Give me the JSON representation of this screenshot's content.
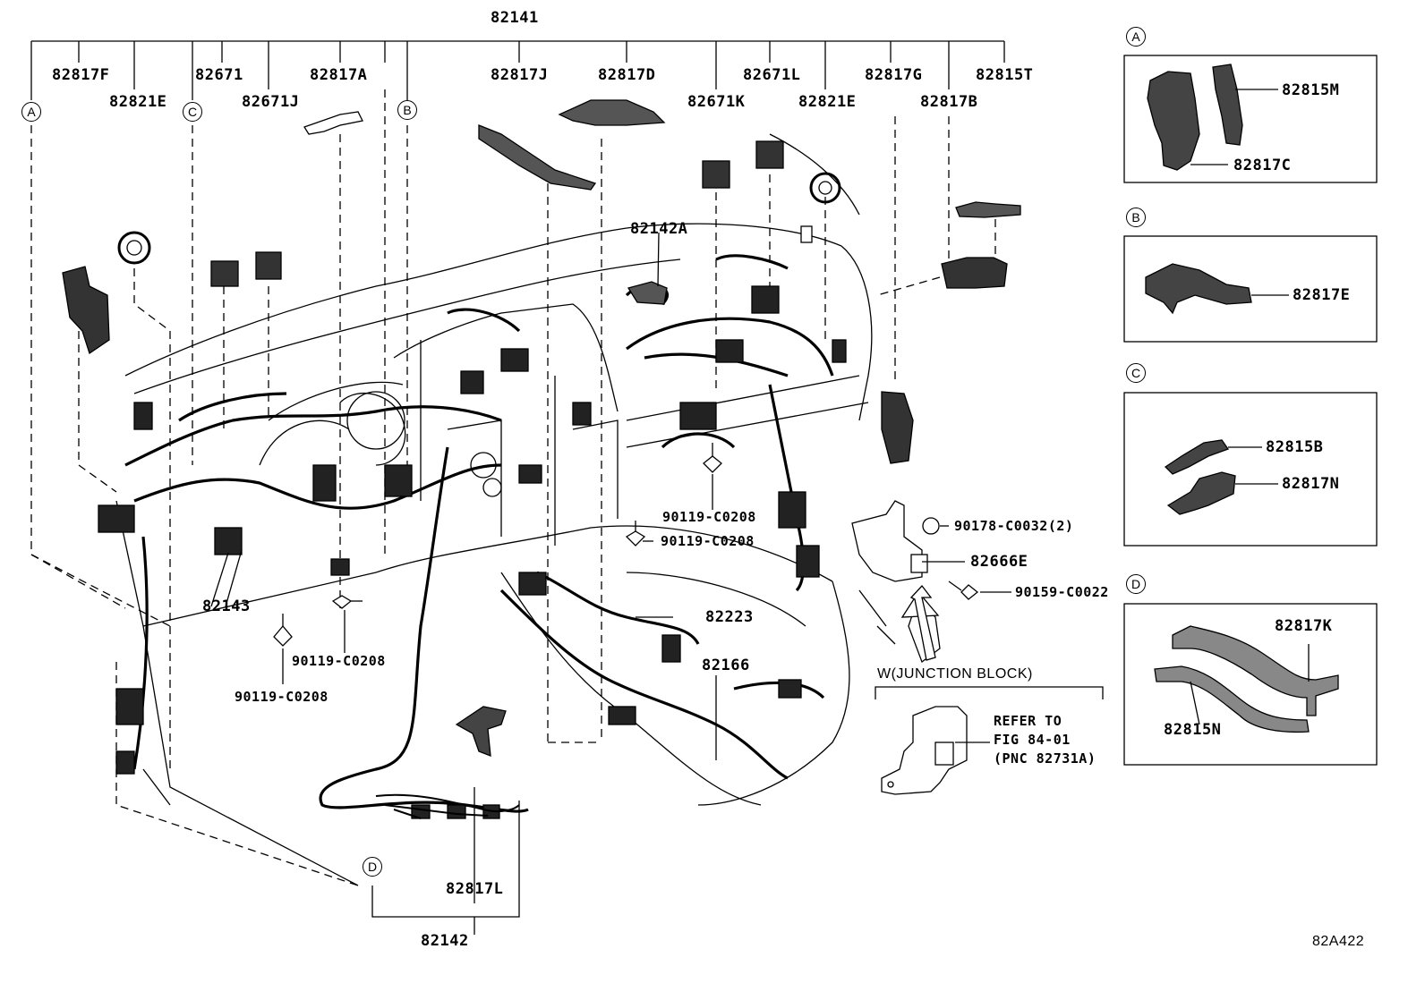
{
  "figure_code": "82A422",
  "main_parts": {
    "p82141": "82141",
    "p82142": "82142",
    "p82817F": "82817F",
    "p82821E_left": "82821E",
    "p82671": "82671",
    "p82671J": "82671J",
    "p82817A": "82817A",
    "p82817J": "82817J",
    "p82817D": "82817D",
    "p82671K": "82671K",
    "p82671L": "82671L",
    "p82821E_right": "82821E",
    "p82817G": "82817G",
    "p82815T": "82815T",
    "p82817B": "82817B",
    "p82142A": "82142A",
    "p82143": "82143",
    "p82223": "82223",
    "p82166": "82166",
    "p82817L": "82817L",
    "p82666E": "82666E",
    "p90178": "90178-C0032(2)",
    "p90159": "90159-C0022",
    "bolt_a": "90119-C0208",
    "bolt_b": "90119-C0208",
    "bolt_c": "90119-C0208",
    "bolt_d": "90119-C0208"
  },
  "callouts": {
    "a": "A",
    "b": "B",
    "c": "C",
    "d": "D"
  },
  "junction_block": {
    "title": "W(JUNCTION BLOCK)",
    "refer_1": "REFER TO",
    "refer_2": "FIG 84-01",
    "refer_3": "(PNC 82731A)"
  },
  "detail_a": {
    "label": "A",
    "parts": [
      "82815M",
      "82817C"
    ]
  },
  "detail_b": {
    "label": "B",
    "parts": [
      "82817E"
    ]
  },
  "detail_c": {
    "label": "C",
    "parts": [
      "82815B",
      "82817N"
    ]
  },
  "detail_d": {
    "label": "D",
    "parts": [
      "82817K",
      "82815N"
    ]
  }
}
